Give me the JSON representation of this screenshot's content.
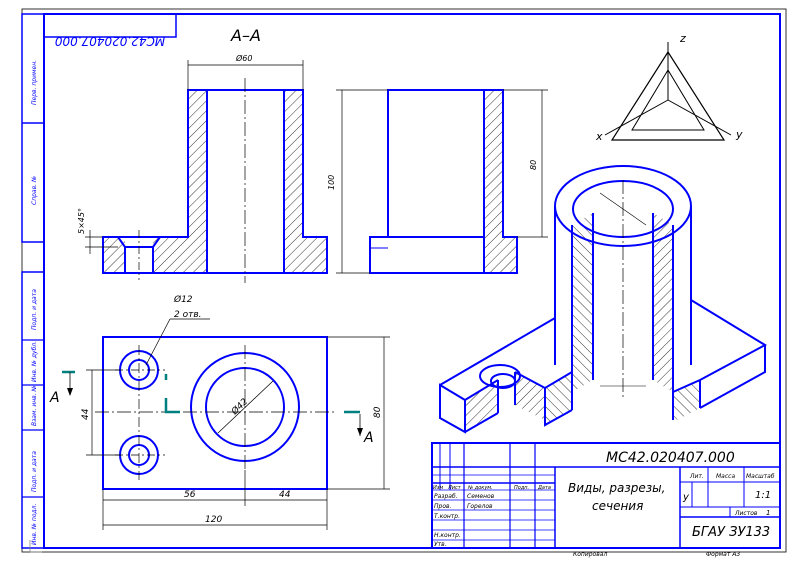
{
  "drawing": {
    "designation_mirrored": "МС42.020407.000",
    "section_label": "А–А",
    "view_label_left": "А",
    "view_label_right": "А",
    "axis_x": "x",
    "axis_y": "y",
    "axis_z": "z"
  },
  "dimensions": {
    "top_diameter": "Ø60",
    "overall_height": "100",
    "inner_height": "80",
    "chamfer": "5×45°",
    "hole_diameter": "Ø12",
    "hole_count": "2 отв.",
    "bore_diameter": "Ø42",
    "hole_spacing": "44",
    "plate_height": "80",
    "offset_left": "56",
    "offset_right": "44",
    "plate_width": "120"
  },
  "side_stamps": {
    "s1": "Перв. примен.",
    "s2": "Справ. №",
    "s3": "Подп. и дата",
    "s4": "Инв. № дубл.",
    "s5": "Взам. инв. №",
    "s6": "Подп. и дата",
    "s7": "Инв. № подл."
  },
  "title_block": {
    "designation": "МС42.020407.000",
    "title_line1": "Виды, разрезы,",
    "title_line2": "сечения",
    "col_izm": "Изм",
    "col_list": "Лист",
    "col_doc": "№ докум.",
    "col_sign": "Подп.",
    "col_date": "Дата",
    "row_razrab": "Разраб.",
    "row_prov": "Пров.",
    "row_tkontr": "Т.контр.",
    "row_nkontr": "Н.контр.",
    "row_utv": "Утв.",
    "name_razrab": "Семенов",
    "name_prov": "Горелов",
    "lit_label": "Лит.",
    "mass_label": "Масса",
    "scale_label": "Масштаб",
    "lit_value": "у",
    "scale_value": "1:1",
    "sheet_label": "Листов",
    "sheet_count": "1",
    "organization": "БГАУ ЗУ133",
    "copied": "Копировал",
    "format": "Формат   А3"
  },
  "colors": {
    "outline": "#0000ff",
    "cut_plane": "#008080",
    "hatch": "#000000",
    "frame": "#000000",
    "background": "#ffffff"
  }
}
